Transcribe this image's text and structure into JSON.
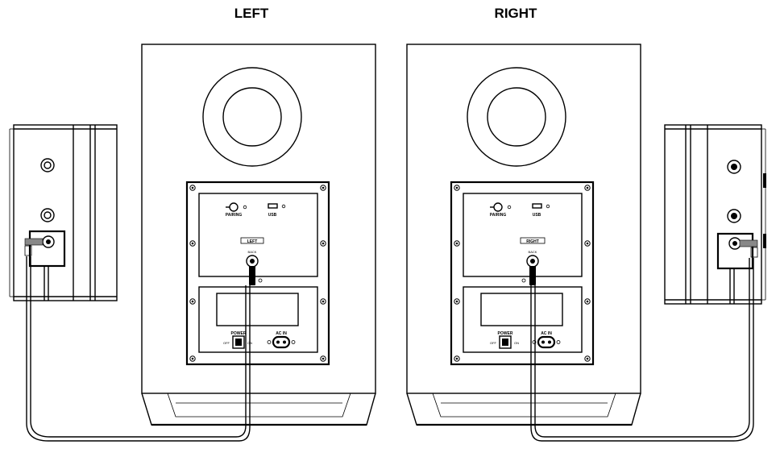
{
  "titles": {
    "left": "LEFT",
    "right": "RIGHT"
  },
  "panel_labels": {
    "left_channel": "LEFT",
    "right_channel": "RIGHT",
    "pairing": "PAIRING",
    "usb": "USB",
    "back": "BACK",
    "power": "POWER",
    "ac_in": "AC IN",
    "off": "OFF",
    "on": "ON"
  }
}
